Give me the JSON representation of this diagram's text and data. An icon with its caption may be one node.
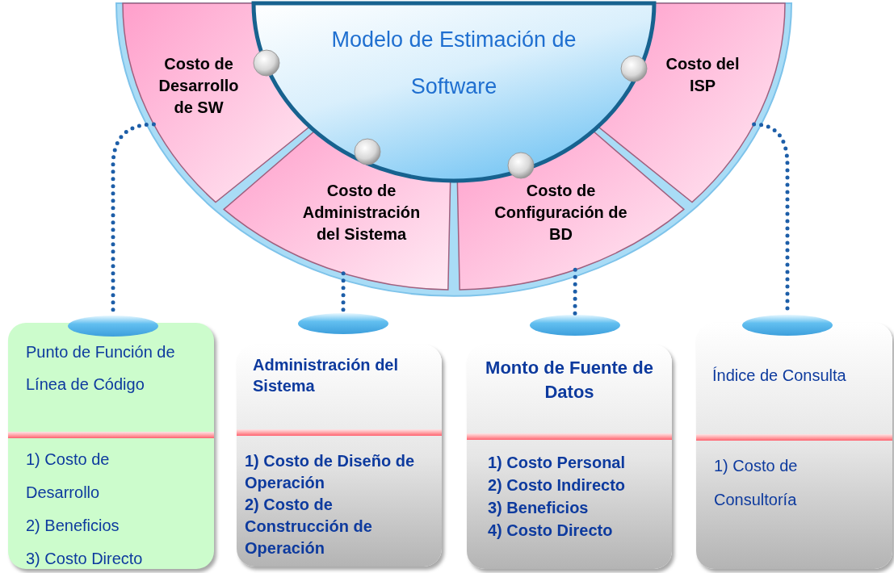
{
  "diagram": {
    "nodes": [
      {
        "text": [
          "Modelo de Estimación de Software"
        ]
      },
      {
        "text": [
          "Costo de Desarrollo de SW"
        ]
      },
      {
        "text": [
          "Costo de Administración del Sistema"
        ]
      },
      {
        "text": [
          "Costo de Configuración de BD"
        ]
      },
      {
        "text": [
          "Costo del ISP"
        ]
      },
      {
        "text": [],
        "shape": "ellipse"
      },
      {
        "text": [],
        "shape": "ellipse"
      },
      {
        "text": [],
        "shape": "ellipse"
      },
      {
        "text": [],
        "shape": "ellipse"
      },
      {
        "text": [
          "Punto de Función de Línea de Código",
          "1) Costo de Desarrollo",
          "2) Beneficios",
          "3) Costo Directo"
        ]
      },
      {
        "text": [
          "Administración del Sistema",
          "1) Costo de Diseño de Operación",
          "2) Costo de Construcción de Operación"
        ]
      },
      {
        "text": [
          "Monto de Fuente de Datos",
          "1) Costo Personal",
          "2) Costo Indirecto",
          "3) Beneficios",
          "4) Costo Directo"
        ]
      },
      {
        "text": [
          "Índice de Consulta",
          "1) Costo de Consultoría"
        ]
      }
    ],
    "edges": [
      {
        "from": 1,
        "to": 5,
        "arrow": "none",
        "style": "dashed"
      },
      {
        "from": 2,
        "to": 6,
        "arrow": "none",
        "style": "dashed"
      },
      {
        "from": 3,
        "to": 7,
        "arrow": "none",
        "style": "dashed"
      },
      {
        "from": 4,
        "to": 8,
        "arrow": "none",
        "style": "dashed"
      }
    ]
  }
}
